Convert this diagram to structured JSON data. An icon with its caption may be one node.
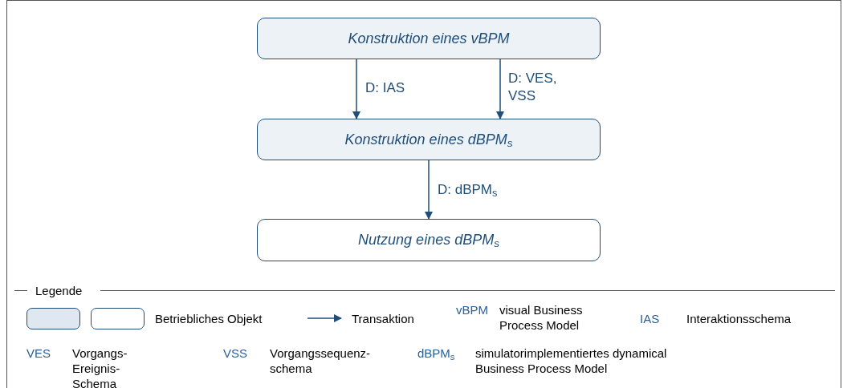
{
  "diagram": {
    "nodes": [
      {
        "text": [
          "Konstruktion eines vBPM"
        ]
      },
      {
        "text": [
          "Konstruktion eines dBPM$_{s}$"
        ]
      },
      {
        "text": [
          "Nutzung eines dBPM$_{s}$"
        ]
      }
    ],
    "edges": [
      {
        "from": 0,
        "to": 1,
        "arrow": "to",
        "label": "D: IAS"
      },
      {
        "from": 0,
        "to": 1,
        "arrow": "to",
        "label": "D: VES, VSS"
      },
      {
        "from": 1,
        "to": 2,
        "arrow": "to",
        "label": "D: dBPM$_{s}$"
      }
    ],
    "labels": [
      "Legende",
      "vBPM",
      "visual Business Process Model",
      "IAS",
      "Interaktionsschema",
      "VES",
      "Vorgangs-Ereignis-Schema",
      "VSS",
      "Vorgangssequenz-schema",
      "dBPM$_{s}$",
      "simulatorimplementiertes dynamical Business Process Model"
    ],
    "legend": [
      {
        "text": "Betriebliches Objekt"
      },
      {
        "text": "Transaktion"
      }
    ]
  }
}
